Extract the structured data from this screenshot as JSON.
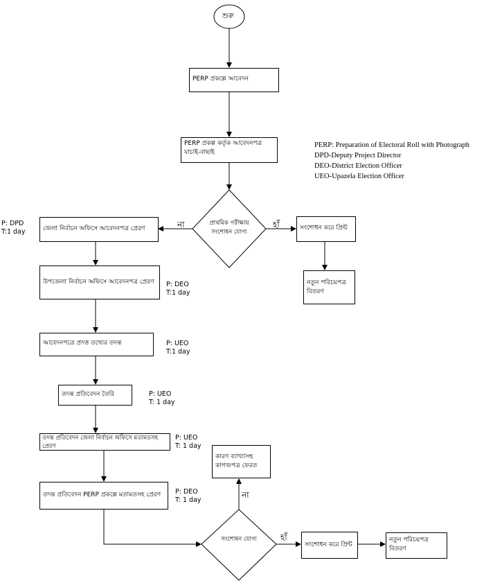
{
  "start": "শুরু",
  "boxes": {
    "apply": "PERP প্রকল্পে আবেদন",
    "verify": [
      "PERP প্রকল্প কর্তৃক আবেদনপত্র",
      "যাচাই-বাছাই"
    ],
    "district_send": "জেলা নির্বাচন অফিসে আবেদনপত্র প্রেরণ",
    "upazila_send": "উপজেলা নির্বাচন অফিসে আবেদনপত্র প্রেরণ",
    "investigate": "আবেদনপত্রে প্রদত্ত তথ্যের তদন্ত",
    "report": "তদন্ত প্রতিবেদন তৈরি",
    "report_district": [
      "তদন্ত প্রতিবেদন জেলা নির্বাচন অফিসে মতামতসহ",
      "প্রেরণ"
    ],
    "report_perp": "তদন্ত প্রতিবেদন PERP প্রকল্পে মতামতসহ প্রেরণ",
    "correct_print_1": "সংশোধন করে প্রিন্ট",
    "new_card_1": [
      "নতুন পরিচয়পত্র",
      "বিতরণ"
    ],
    "return_docs": [
      "কারণ ব্যাখ্যাসহ",
      "কাগজপত্র ফেরত"
    ],
    "correct_print_2": "সংশোধন করে প্রিন্ট",
    "new_card_2": [
      "নতুন পরিচয়পত্র",
      "বিতরণ"
    ]
  },
  "decisions": {
    "first": [
      "প্রাথমিক পরীক্ষায়",
      "সংশোধন যোগ্য"
    ],
    "second": "সংশোধন যোগ্য"
  },
  "labels": {
    "no": "না",
    "yes": "হাঁ"
  },
  "notes": {
    "dpd": [
      "P: DPD",
      "T:1 day"
    ],
    "deo1": [
      "P: DEO",
      "T:1 day"
    ],
    "ueo1": [
      "P: UEO",
      "T:1 day"
    ],
    "ueo2": [
      "P: UEO",
      "T: 1 day"
    ],
    "ueo3": [
      "P: UEO",
      "T: 1 day"
    ],
    "deo2": [
      "P: DEO",
      "T: 1 day"
    ]
  },
  "legend": [
    "PERP: Preparation of Electoral Roll with Photograph",
    "DPD-Deputy Project Director",
    "DEO-District Election Officer",
    "UEO-Upazela Election Officer"
  ]
}
